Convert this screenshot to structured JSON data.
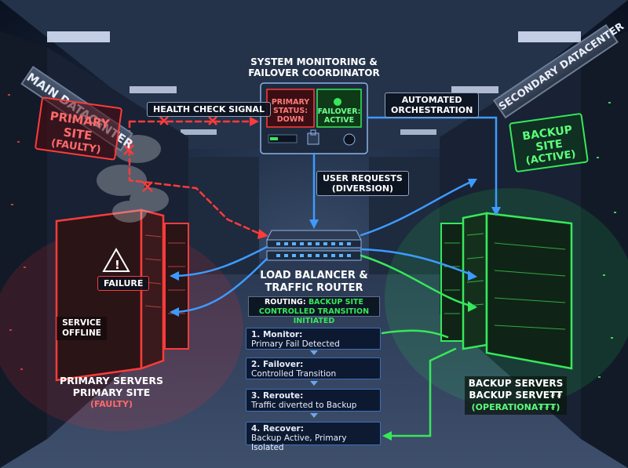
{
  "signs": {
    "main_datacenter": "MAIN DATACENTER",
    "secondary_datacenter": "SECONDARY DATACENTER"
  },
  "primary_site": {
    "title": "PRIMARY SITE",
    "state": "(FAULTY)"
  },
  "backup_site": {
    "title": "BACKUP SITE",
    "state": "(ACTIVE)"
  },
  "coordinator": {
    "title_line1": "SYSTEM MONITORING &",
    "title_line2": "FAILOVER COORDINATOR",
    "primary_status_line1": "PRIMARY",
    "primary_status_line2": "STATUS:",
    "primary_status_line3": "DOWN",
    "failover_line1": "FAILOVER:",
    "failover_line2": "ACTIVE"
  },
  "signals": {
    "health_check": "HEALTH CHECK SIGNAL",
    "automated_line1": "AUTOMATED",
    "automated_line2": "ORCHESTRATION",
    "user_requests_line1": "USER REQUESTS",
    "user_requests_line2": "(DIVERSION)"
  },
  "load_balancer": {
    "title_line1": "LOAD BALANCER &",
    "title_line2": "TRAFFIC ROUTER",
    "routing_prefix": "ROUTING: ",
    "routing_value": "BACKUP SITE",
    "transition": "CONTROLLED TRANSITION INITIATED"
  },
  "primary_servers": {
    "failure": "FAILURE",
    "service_line1": "SERVICE",
    "service_line2": "OFFLINE",
    "caption_line1": "PRIMARY SERVERS",
    "caption_line2": "PRIMARY SITE",
    "caption_line3": "(FAULTY)"
  },
  "backup_servers": {
    "caption_line1": "BACKUP SERVERS",
    "caption_line2": "BACKUP SERVE₮₮",
    "caption_line3": "(OPERATIONA₮₮₮)"
  },
  "steps": [
    {
      "title": "1. Monitor:",
      "desc": "Primary Fail Detected"
    },
    {
      "title": "2. Failover:",
      "desc": "Controlled Transition"
    },
    {
      "title": "3. Reroute:",
      "desc": "Traffic diverted to Backup"
    },
    {
      "title": "4. Recover:",
      "desc": "Backup Active, Primary Isolated"
    }
  ],
  "colors": {
    "fault": "#ff3b3b",
    "active": "#37e85a",
    "traffic": "#3d9bff"
  }
}
